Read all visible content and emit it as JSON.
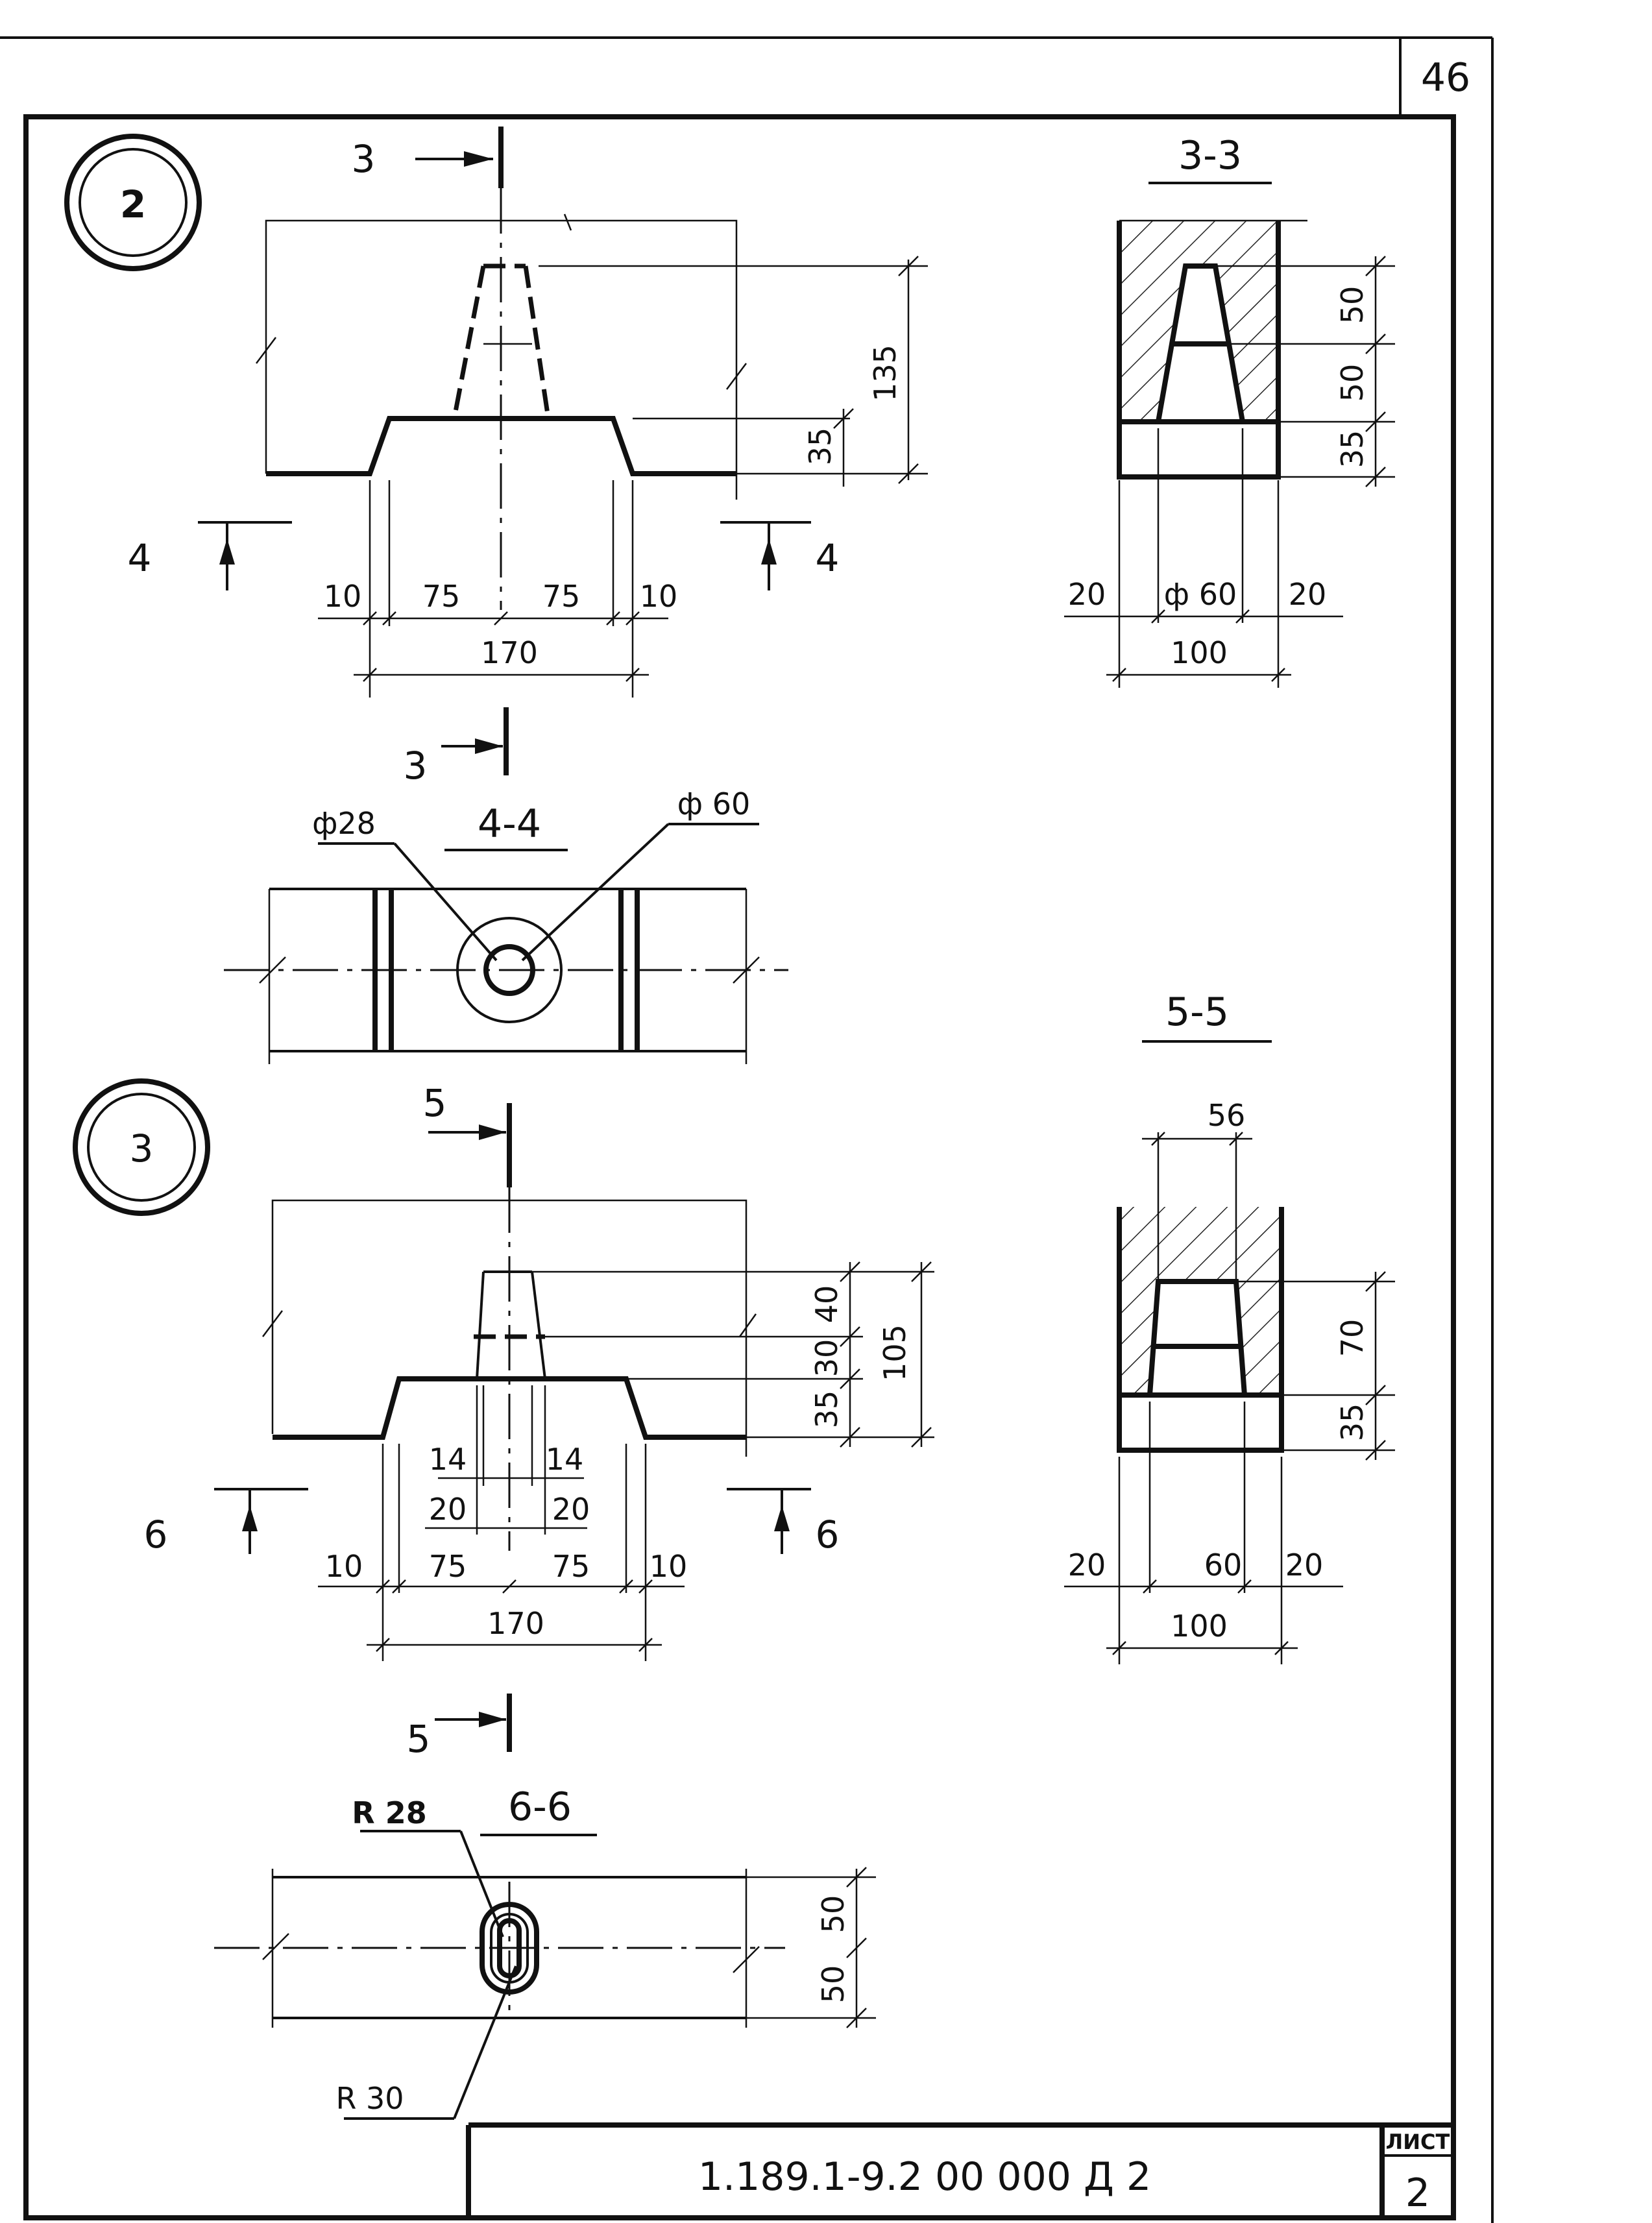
{
  "sheet_number_top": "46",
  "detail_2": {
    "marker": "2",
    "cut_3_top": "3",
    "cut_3_bottom": "3",
    "cut_4_left": "4",
    "cut_4_right": "4",
    "dims_bottom": [
      "10",
      "75",
      "75",
      "10"
    ],
    "dim_total": "170",
    "dim_height": "135",
    "dim_base": "35"
  },
  "section_3_3": {
    "title": "3-3",
    "dims_right": [
      "50",
      "50",
      "35"
    ],
    "dim_left": "20",
    "dim_mid": "ф 60",
    "dim_right": "20",
    "dim_total": "100"
  },
  "section_4_4": {
    "title": "4-4",
    "callout_left": "ф28",
    "callout_right": "ф 60"
  },
  "detail_3": {
    "marker": "3",
    "cut_5_top": "5",
    "cut_5_bottom": "5",
    "cut_6_left": "6",
    "cut_6_right": "6",
    "dims_inner_1": [
      "14",
      "14"
    ],
    "dims_inner_2": [
      "20",
      "20"
    ],
    "dims_bottom": [
      "10",
      "75",
      "75",
      "10"
    ],
    "dim_total": "170",
    "dims_right": [
      "40",
      "30",
      "35"
    ],
    "dim_height": "105"
  },
  "section_5_5": {
    "title": "5-5",
    "dim_top": "56",
    "dims_right": [
      "70",
      "35"
    ],
    "dim_left": "20",
    "dim_mid": "60",
    "dim_right": "20",
    "dim_total": "100"
  },
  "section_6_6": {
    "title": "6-6",
    "callout_top": "R 28",
    "callout_bottom": "R 30",
    "dims_right": [
      "50",
      "50"
    ]
  },
  "title_block": {
    "document_code": "1.189.1-9.2 00 000 Д 2",
    "sheet_label": "ЛИСТ",
    "sheet_number": "2"
  }
}
